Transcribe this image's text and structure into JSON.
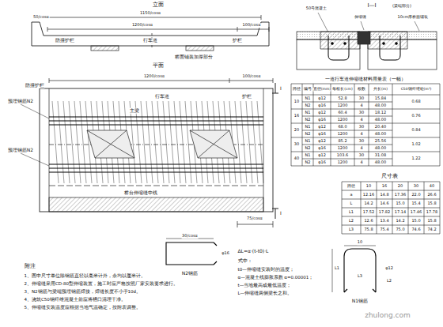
{
  "diagram": {
    "labels": [
      "立面",
      "1150/cosα",
      "1200/cosα",
      "100/cosα",
      "50/cosα",
      "防撞护栏",
      "行车道",
      "护栏",
      "桥面铺装加厚部分",
      "平面",
      "1200/cosα",
      "100/cosα",
      "行车道",
      "护栏",
      "防撞护栏",
      "预埋钢筋N2",
      "预埋钢筋N2",
      "主梁",
      "桥台伸缩缝中线",
      "75/cosα",
      "I",
      "I",
      "I—I",
      "(梁端部分)",
      "50号混凝土",
      "伸缩缝",
      "10cm厚桥面铺装",
      "一道行车道伸缩缝材料用量表（一幅）",
      "跨径",
      "编号",
      "直径(mm)",
      "每根长(cm)",
      "根数",
      "共长(m)",
      "C50钢纤维砼(m³)",
      "10",
      "N1",
      "φ12",
      "52.8",
      "30",
      "15.84",
      "0.68",
      "N2",
      "φ16",
      "1200",
      "4",
      "48.00",
      "16",
      "N1",
      "φ12",
      "60.4",
      "30",
      "18.12",
      "0.76",
      "N2",
      "φ16",
      "1200",
      "4",
      "48.00",
      "20",
      "N1",
      "φ12",
      "68.0",
      "30",
      "20.40",
      "0.84",
      "N2",
      "φ16",
      "1200",
      "4",
      "48.00",
      "30",
      "N1",
      "φ12",
      "85.2",
      "30",
      "25.56",
      "1.02",
      "N2",
      "φ16",
      "1200",
      "4",
      "48.00",
      "40",
      "N1",
      "φ12",
      "103.6",
      "30",
      "31.08",
      "1.22",
      "N2",
      "φ16",
      "1200",
      "4",
      "48.00",
      "跨径",
      "10",
      "16",
      "20",
      "30",
      "40",
      "a",
      "12.16",
      "14.8",
      "17.36",
      "22.0",
      "26.6",
      "L",
      "14.2",
      "14.6",
      "15.0",
      "15.4",
      "15.8",
      "L1",
      "17.52",
      "17.82",
      "17.14",
      "17.46",
      "17.78",
      "L2",
      "12.6",
      "13.4",
      "14.2",
      "15.0",
      "15.8",
      "L3",
      "75.8",
      "75.4",
      "75.0",
      "74.6",
      "74.2",
      "尺寸表",
      "N2钢筋",
      "30/cosα",
      "φ16",
      "N1钢筋",
      "10",
      "φ12",
      "L1",
      "L2",
      "L3",
      "ΔL=α·(t-t0)·L",
      "式中：",
      "t0—伸缩缝安装时的温度；",
      "α—混凝土线膨胀系数 α=0.00001；",
      "t—当地最高或最低温度；",
      "L—伸缩缝两侧梁长之和。",
      "附注",
      "1、图中尺寸单位除钢筋直径以毫米计外，余均以厘米计。",
      "2、伸缩缝采用CD-80型伸缩装置，施工时应严格按照厂家安装要求进行。",
      "3、N2钢筋与梁端预埋钢筋焊接，焊缝长度不小于10d。",
      "4、浇筑C50钢纤维混凝土前应将槽口清理干净。",
      "5、伸缩缝安装温度应根据当地气温确定，按附表调整。",
      "zhulong.com"
    ]
  }
}
